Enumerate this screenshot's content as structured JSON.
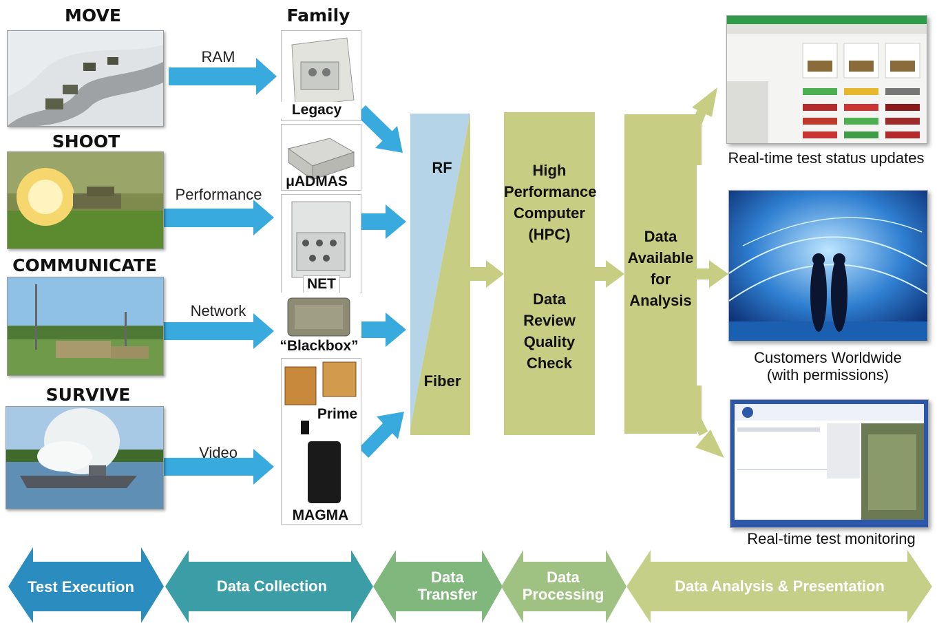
{
  "categories": [
    {
      "title": "MOVE",
      "arrow_label": "RAM"
    },
    {
      "title": "SHOOT",
      "arrow_label": "Performance"
    },
    {
      "title": "COMMUNICATE",
      "arrow_label": "Network"
    },
    {
      "title": "SURVIVE",
      "arrow_label": "Video"
    }
  ],
  "family": {
    "title": "Family",
    "devices": [
      "Legacy",
      "μADMAS",
      "NET",
      "“Blackbox”",
      "Prime",
      "MAGMA"
    ]
  },
  "transfer": {
    "rf": "RF",
    "fiber": "Fiber"
  },
  "processing": {
    "hpc_lines": [
      "High",
      "Performance",
      "Computer",
      "(HPC)"
    ],
    "review_lines": [
      "Data",
      "Review",
      "Quality",
      "Check"
    ]
  },
  "analysis": {
    "lines": [
      "Data",
      "Available",
      "for",
      "Analysis"
    ]
  },
  "outputs": [
    {
      "caption": "Real-time test status updates"
    },
    {
      "caption_line1": "Customers Worldwide",
      "caption_line2": "(with permissions)"
    },
    {
      "caption": "Real-time test monitoring"
    }
  ],
  "phases": [
    {
      "label": "Test Execution",
      "color": "#2b8dbf"
    },
    {
      "label": "Data Collection",
      "color": "#3b9ea6"
    },
    {
      "label_line1": "Data",
      "label_line2": "Transfer",
      "color": "#80b77d"
    },
    {
      "label_line1": "Data",
      "label_line2": "Processing",
      "color": "#9fc283"
    },
    {
      "label": "Data Analysis & Presentation",
      "color": "#c6cf88"
    }
  ],
  "colors": {
    "blue_arrow": "#38aadd",
    "green_block": "#c7cd82",
    "light_blue": "#b6d4e8"
  }
}
